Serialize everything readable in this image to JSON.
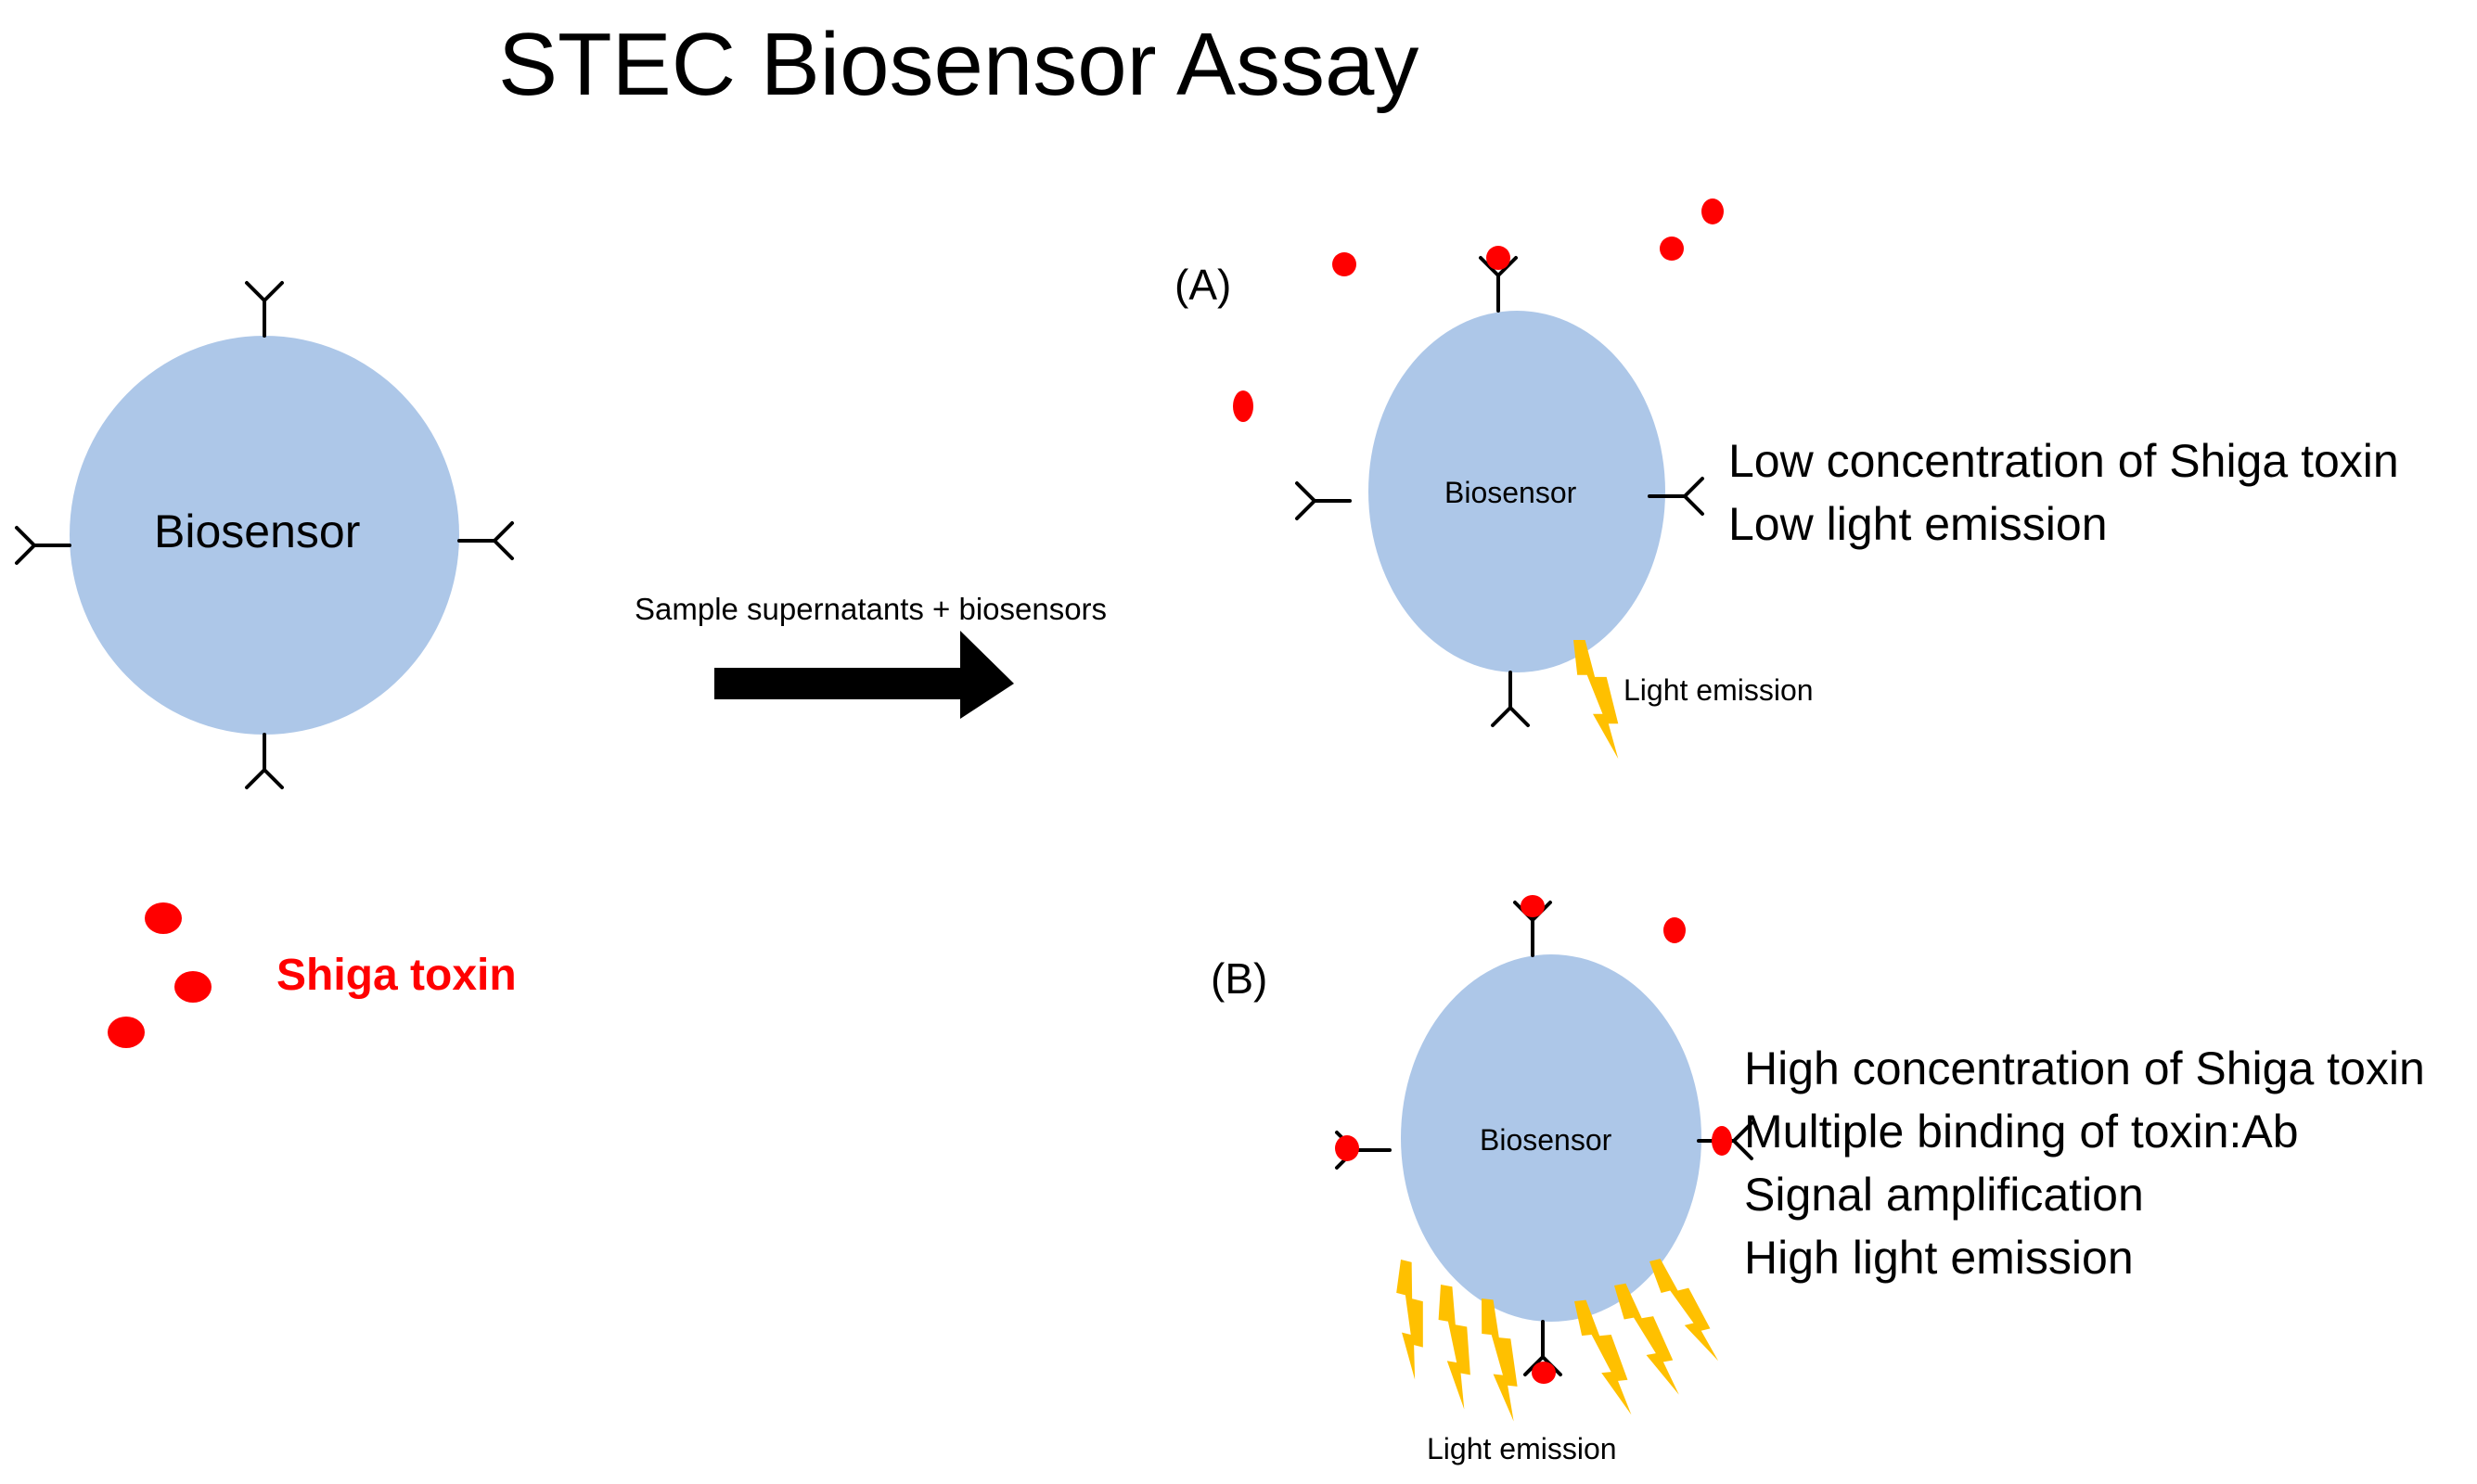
{
  "title": "STEC Biosensor Assay",
  "left": {
    "biosensor_label": "Biosensor",
    "toxin_legend": "Shiga toxin"
  },
  "arrow": {
    "label": "Sample supernatants + biosensors"
  },
  "panel_a": {
    "tag": "(A)",
    "biosensor_label": "Biosensor",
    "lines": [
      "Low concentration of Shiga toxin",
      "Low light emission"
    ],
    "emission_label": "Light emission"
  },
  "panel_b": {
    "tag": "(B)",
    "biosensor_label": "Biosensor",
    "lines": [
      "High concentration of Shiga toxin",
      "Multiple binding of toxin:Ab",
      "Signal amplification",
      "High light emission"
    ],
    "emission_label": "Light emission"
  },
  "colors": {
    "biosensor_fill": "#adc7e8",
    "toxin": "#ff0000",
    "lightning": "#ffc000",
    "arrow": "#000000"
  },
  "icons": {
    "antibody": "y-shaped-antibody-icon",
    "toxin": "red-dot-icon",
    "light": "lightning-bolt-icon"
  }
}
